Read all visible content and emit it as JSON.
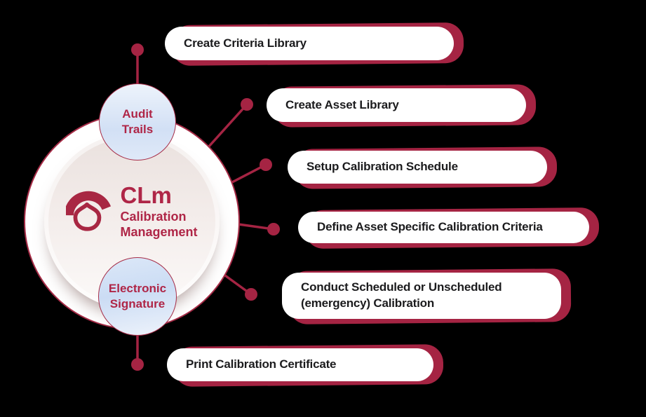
{
  "app": {
    "background_color": "#000000",
    "accent_color": "#A52443",
    "accent_text_color": "#AF2647",
    "box_text_color": "#1B1B1D"
  },
  "center": {
    "logo": {
      "icon": "gauge-fruit-icon",
      "abbr": "CLm",
      "name_line1": "Calibration",
      "name_line2": "Management"
    }
  },
  "satellites": [
    {
      "label": "Audit Trails"
    },
    {
      "label": "Electronic Signature"
    }
  ],
  "features": [
    {
      "label": "Create Criteria Library"
    },
    {
      "label": "Create Asset Library"
    },
    {
      "label": "Setup Calibration Schedule"
    },
    {
      "label": "Define Asset Specific Calibration Criteria"
    },
    {
      "label": "Conduct Scheduled or Unscheduled (emergency) Calibration"
    },
    {
      "label": "Print Calibration Certificate"
    }
  ]
}
